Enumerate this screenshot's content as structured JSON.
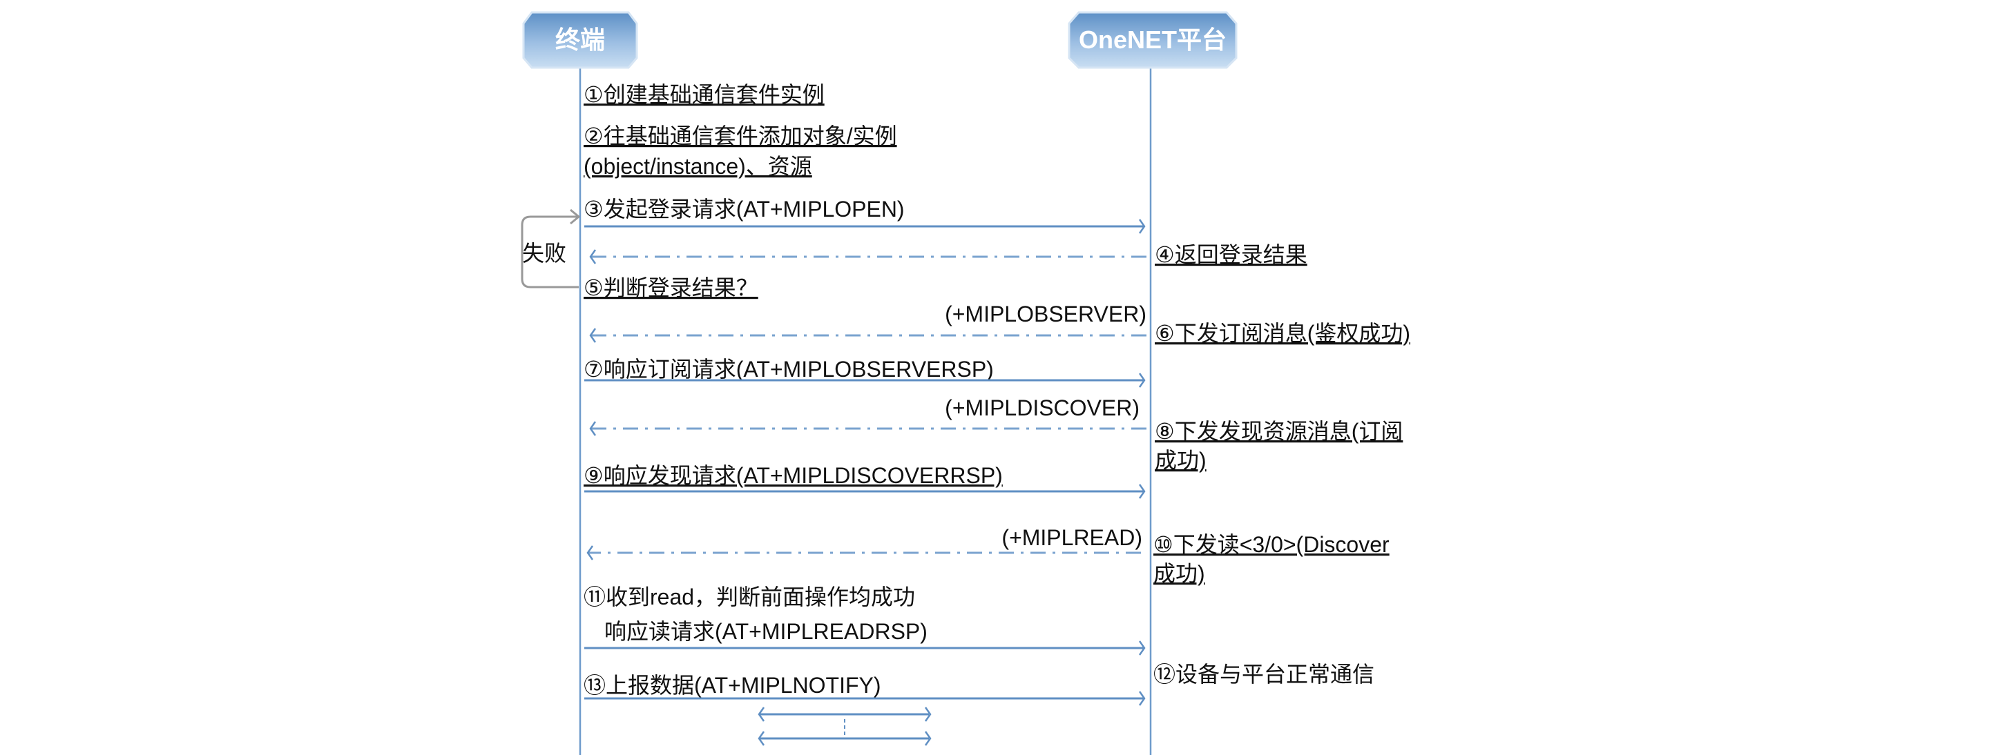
{
  "participants": {
    "device": "终端",
    "platform": "OneNET平台"
  },
  "colors": {
    "accent": "#5f8fc3",
    "header_top": "#a9c7e6",
    "header_bottom": "#5d90c6"
  },
  "loop_label": "失败",
  "steps": {
    "s1": "①创建基础通信套件实例",
    "s2a": "②往基础通信套件添加对象/实例",
    "s2b": "(object/instance)、资源",
    "s3": "③发起登录请求(AT+MIPLOPEN)",
    "s4": "④返回登录结果",
    "s5": "⑤判断登录结果？",
    "s6_cmd": "(+MIPLOBSERVER)",
    "s6": "⑥下发订阅消息(鉴权成功)",
    "s7": "⑦响应订阅请求(AT+MIPLOBSERVERSP)",
    "s8_cmd": "(+MIPLDISCOVER)",
    "s8a": "⑧下发发现资源消息(订阅",
    "s8b": "成功)",
    "s9": "⑨响应发现请求(AT+MIPLDISCOVERRSP)",
    "s10_cmd": "(+MIPLREAD)",
    "s10a": "⑩下发读<3/0>(Discover",
    "s10b": "成功)",
    "s11a": "⑪收到read，判断前面操作均成功",
    "s11b": "响应读请求(AT+MIPLREADRSP)",
    "s12": "⑫设备与平台正常通信",
    "s13": "⑬上报数据(AT+MIPLNOTIFY)"
  }
}
